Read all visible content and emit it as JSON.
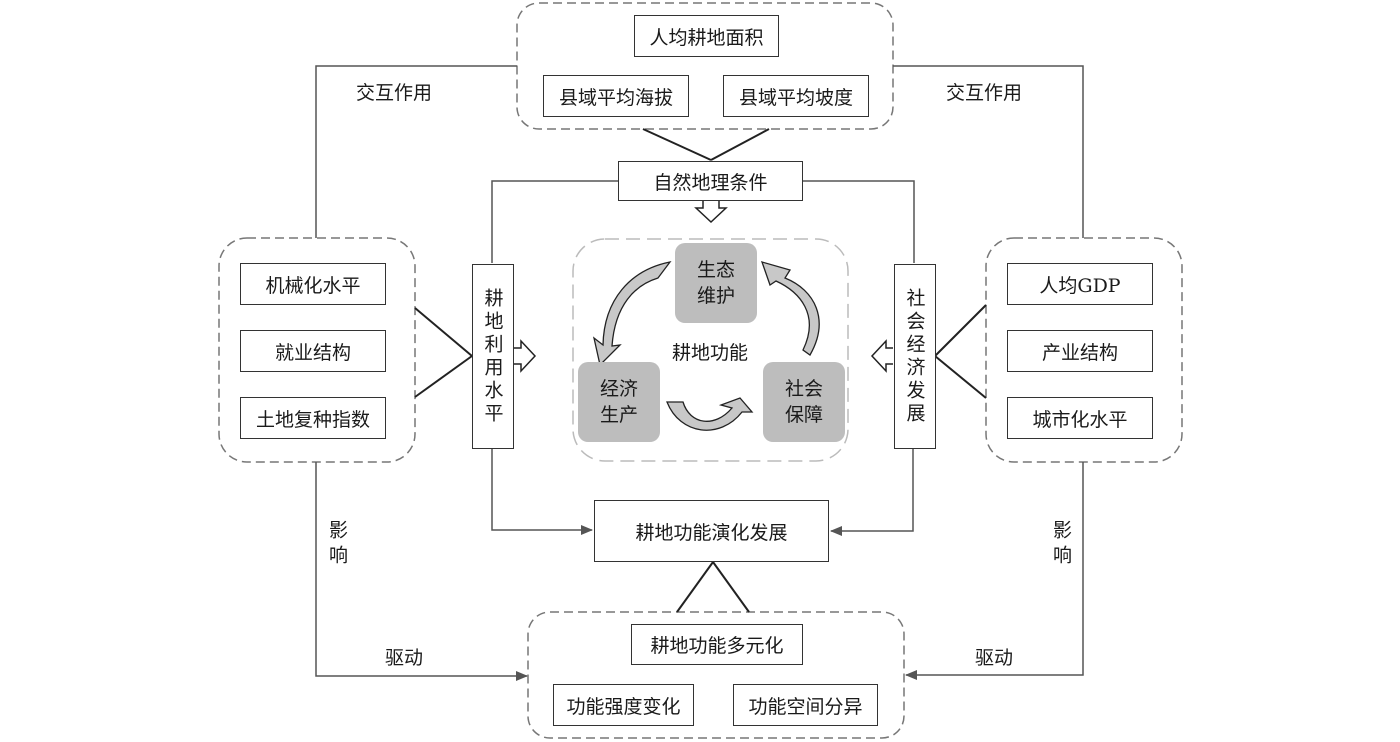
{
  "natural_conditions": {
    "title": "自然地理条件",
    "factors": [
      "人均耕地面积",
      "县域平均海拔",
      "县域平均坡度"
    ]
  },
  "land_use_level": {
    "title": "耕地利用水平",
    "factors": [
      "机械化水平",
      "就业结构",
      "土地复种指数"
    ]
  },
  "socio_economic": {
    "title": "社会经济发展",
    "factors": [
      "人均GDP",
      "产业结构",
      "城市化水平"
    ]
  },
  "functions": {
    "center_label": "耕地功能",
    "items": [
      {
        "line1": "生态",
        "line2": "维护"
      },
      {
        "line1": "经济",
        "line2": "生产"
      },
      {
        "line1": "社会",
        "line2": "保障"
      }
    ]
  },
  "evolution": {
    "title": "耕地功能演化发展",
    "factors": [
      "耕地功能多元化",
      "功能强度变化",
      "功能空间分异"
    ]
  },
  "relations": {
    "interaction_left": "交互作用",
    "interaction_right": "交互作用",
    "influence_left": "影响",
    "influence_right": "影响",
    "drive_left": "驱动",
    "drive_right": "驱动"
  },
  "colors": {
    "line": "#555555",
    "box_border": "#333333",
    "function_fill": "#bdbdbd",
    "dashed_border": "#777777",
    "inner_dashed_border": "#bbbbbb"
  }
}
